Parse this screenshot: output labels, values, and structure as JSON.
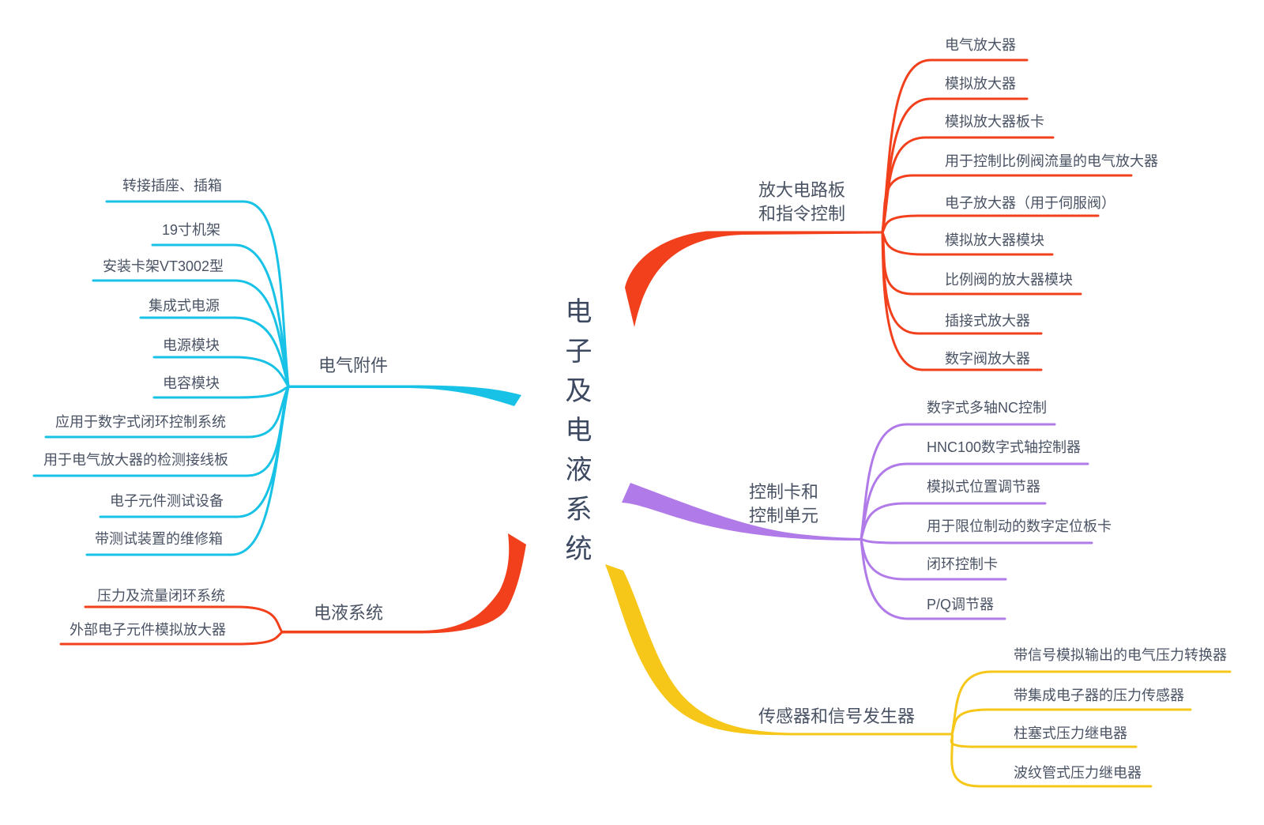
{
  "center": {
    "title": "电子及电液系统"
  },
  "colors": {
    "cyan": "#18C2E6",
    "red": "#F2401D",
    "purple": "#B17AE9",
    "yellow": "#F6C719",
    "center_text": "#3C4961",
    "node_text": "#4A5364",
    "background": "#FFFFFF"
  },
  "branches": [
    {
      "id": "electrical-accessories",
      "label_lines": [
        "电气附件"
      ],
      "color": "#18C2E6",
      "side": "left",
      "children": [
        "转接插座、插箱",
        "19寸机架",
        "安装卡架VT3002型",
        "集成式电源",
        "电源模块",
        "电容模块",
        "应用于数字式闭环控制系统",
        "用于电气放大器的检测接线板",
        "电子元件测试设备",
        "带测试装置的维修箱"
      ]
    },
    {
      "id": "electro-hydraulic-systems",
      "label_lines": [
        "电液系统"
      ],
      "color": "#F2401D",
      "side": "left",
      "children": [
        "压力及流量闭环系统",
        "外部电子元件模拟放大器"
      ]
    },
    {
      "id": "amplifier-boards-and-command-control",
      "label_lines": [
        "放大电路板",
        "和指令控制"
      ],
      "color": "#F2401D",
      "side": "right",
      "children": [
        "电气放大器",
        "模拟放大器",
        "模拟放大器板卡",
        "用于控制比例阀流量的电气放大器",
        "电子放大器（用于伺服阀）",
        "模拟放大器模块",
        "比例阀的放大器模块",
        "插接式放大器",
        "数字阀放大器"
      ]
    },
    {
      "id": "control-cards-and-control-units",
      "label_lines": [
        "控制卡和",
        "控制单元"
      ],
      "color": "#B17AE9",
      "side": "right",
      "children": [
        "数字式多轴NC控制",
        "HNC100数字式轴控制器",
        "模拟式位置调节器",
        "用于限位制动的数字定位板卡",
        "闭环控制卡",
        "P/Q调节器"
      ]
    },
    {
      "id": "sensors-and-signal-generators",
      "label_lines": [
        "传感器和信号发生器"
      ],
      "color": "#F6C719",
      "side": "right",
      "children": [
        "带信号模拟输出的电气压力转换器",
        "带集成电子器的压力传感器",
        "柱塞式压力继电器",
        "波纹管式压力继电器"
      ]
    }
  ]
}
